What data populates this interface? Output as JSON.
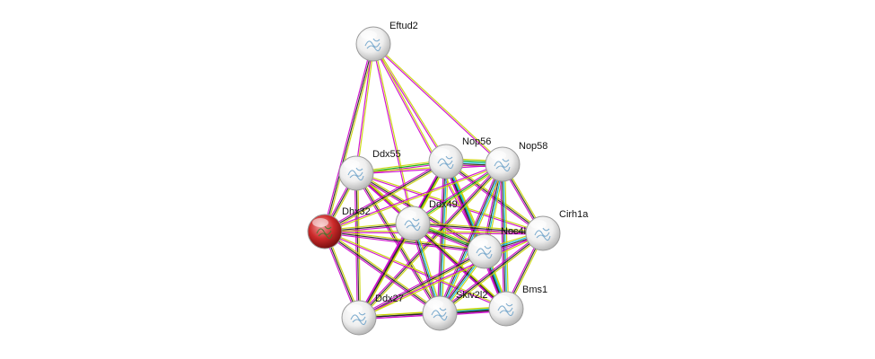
{
  "network": {
    "nodes": [
      {
        "id": "eftud2",
        "label": "Eftud2",
        "query": false
      },
      {
        "id": "ddx55",
        "label": "Ddx55",
        "query": false
      },
      {
        "id": "nop56",
        "label": "Nop56",
        "query": false
      },
      {
        "id": "nop58",
        "label": "Nop58",
        "query": false
      },
      {
        "id": "dhx32",
        "label": "Dhx32",
        "query": true
      },
      {
        "id": "ddx49",
        "label": "Ddx49",
        "query": false
      },
      {
        "id": "cirh1a",
        "label": "Cirh1a",
        "query": false
      },
      {
        "id": "noc4l",
        "label": "Noc4l",
        "query": false
      },
      {
        "id": "ddx27",
        "label": "Ddx27",
        "query": false
      },
      {
        "id": "skiv2l2",
        "label": "Skiv2l2",
        "query": false
      },
      {
        "id": "bms1",
        "label": "Bms1",
        "query": false
      }
    ],
    "edges": [
      {
        "source": "eftud2",
        "target": "dhx32",
        "evidence": [
          "#c8d400",
          "#222222",
          "#cc00cc"
        ]
      },
      {
        "source": "eftud2",
        "target": "ddx55",
        "evidence": [
          "#c8d400",
          "#cc00cc"
        ]
      },
      {
        "source": "eftud2",
        "target": "ddx49",
        "evidence": [
          "#c8d400",
          "#cc00cc"
        ]
      },
      {
        "source": "eftud2",
        "target": "nop56",
        "evidence": [
          "#c8d400",
          "#cc00cc"
        ]
      },
      {
        "source": "eftud2",
        "target": "nop58",
        "evidence": [
          "#c8d400",
          "#cc00cc"
        ]
      },
      {
        "source": "eftud2",
        "target": "noc4l",
        "evidence": [
          "#c8d400",
          "#cc00cc"
        ]
      },
      {
        "source": "ddx55",
        "target": "dhx32",
        "evidence": [
          "#c8d400",
          "#222222",
          "#cc00cc"
        ]
      },
      {
        "source": "ddx55",
        "target": "nop56",
        "evidence": [
          "#c8d400",
          "#00aa00",
          "#cc00cc"
        ]
      },
      {
        "source": "ddx55",
        "target": "ddx49",
        "evidence": [
          "#c8d400",
          "#222222",
          "#cc00cc"
        ]
      },
      {
        "source": "ddx55",
        "target": "noc4l",
        "evidence": [
          "#c8d400",
          "#222222",
          "#cc00cc"
        ]
      },
      {
        "source": "ddx55",
        "target": "ddx27",
        "evidence": [
          "#c8d400",
          "#222222",
          "#cc00cc"
        ]
      },
      {
        "source": "ddx55",
        "target": "skiv2l2",
        "evidence": [
          "#c8d400",
          "#222222",
          "#cc00cc"
        ]
      },
      {
        "source": "ddx55",
        "target": "bms1",
        "evidence": [
          "#c8d400",
          "#cc00cc"
        ]
      },
      {
        "source": "ddx55",
        "target": "cirh1a",
        "evidence": [
          "#c8d400",
          "#cc00cc"
        ]
      },
      {
        "source": "ddx55",
        "target": "nop58",
        "evidence": [
          "#c8d400",
          "#cc00cc"
        ]
      },
      {
        "source": "nop56",
        "target": "nop58",
        "evidence": [
          "#c8d400",
          "#00aa00",
          "#00bcd4",
          "#222222",
          "#cc00cc"
        ]
      },
      {
        "source": "nop56",
        "target": "ddx49",
        "evidence": [
          "#c8d400",
          "#00aa00",
          "#cc00cc"
        ]
      },
      {
        "source": "nop56",
        "target": "noc4l",
        "evidence": [
          "#c8d400",
          "#00bcd4",
          "#222222",
          "#cc00cc"
        ]
      },
      {
        "source": "nop56",
        "target": "cirh1a",
        "evidence": [
          "#c8d400",
          "#222222",
          "#cc00cc"
        ]
      },
      {
        "source": "nop56",
        "target": "dhx32",
        "evidence": [
          "#c8d400",
          "#222222",
          "#cc00cc"
        ]
      },
      {
        "source": "nop56",
        "target": "ddx27",
        "evidence": [
          "#c8d400",
          "#222222",
          "#cc00cc"
        ]
      },
      {
        "source": "nop56",
        "target": "skiv2l2",
        "evidence": [
          "#c8d400",
          "#00bcd4",
          "#222222",
          "#cc00cc"
        ]
      },
      {
        "source": "nop56",
        "target": "bms1",
        "evidence": [
          "#c8d400",
          "#00bcd4",
          "#222222",
          "#cc00cc"
        ]
      },
      {
        "source": "nop58",
        "target": "ddx49",
        "evidence": [
          "#c8d400",
          "#00aa00",
          "#cc00cc"
        ]
      },
      {
        "source": "nop58",
        "target": "noc4l",
        "evidence": [
          "#c8d400",
          "#00bcd4",
          "#222222",
          "#cc00cc"
        ]
      },
      {
        "source": "nop58",
        "target": "cirh1a",
        "evidence": [
          "#c8d400",
          "#222222",
          "#cc00cc"
        ]
      },
      {
        "source": "nop58",
        "target": "ddx27",
        "evidence": [
          "#c8d400",
          "#222222",
          "#cc00cc"
        ]
      },
      {
        "source": "nop58",
        "target": "skiv2l2",
        "evidence": [
          "#c8d400",
          "#00bcd4",
          "#222222",
          "#cc00cc"
        ]
      },
      {
        "source": "nop58",
        "target": "bms1",
        "evidence": [
          "#c8d400",
          "#00bcd4",
          "#222222",
          "#cc00cc"
        ]
      },
      {
        "source": "nop58",
        "target": "dhx32",
        "evidence": [
          "#c8d400",
          "#cc00cc"
        ]
      },
      {
        "source": "dhx32",
        "target": "ddx49",
        "evidence": [
          "#c8d400",
          "#222222",
          "#cc00cc"
        ]
      },
      {
        "source": "dhx32",
        "target": "noc4l",
        "evidence": [
          "#c8d400",
          "#222222",
          "#cc00cc"
        ]
      },
      {
        "source": "dhx32",
        "target": "cirh1a",
        "evidence": [
          "#c8d400",
          "#cc00cc"
        ]
      },
      {
        "source": "dhx32",
        "target": "ddx27",
        "evidence": [
          "#c8d400",
          "#222222",
          "#cc00cc"
        ]
      },
      {
        "source": "dhx32",
        "target": "skiv2l2",
        "evidence": [
          "#c8d400",
          "#222222",
          "#cc00cc"
        ]
      },
      {
        "source": "dhx32",
        "target": "bms1",
        "evidence": [
          "#c8d400",
          "#cc00cc"
        ]
      },
      {
        "source": "ddx49",
        "target": "noc4l",
        "evidence": [
          "#c8d400",
          "#00aa00",
          "#222222",
          "#cc00cc"
        ]
      },
      {
        "source": "ddx49",
        "target": "cirh1a",
        "evidence": [
          "#c8d400",
          "#222222",
          "#cc00cc"
        ]
      },
      {
        "source": "ddx49",
        "target": "ddx27",
        "evidence": [
          "#c8d400",
          "#222222",
          "#cc00cc"
        ]
      },
      {
        "source": "ddx49",
        "target": "skiv2l2",
        "evidence": [
          "#c8d400",
          "#00bcd4",
          "#222222",
          "#cc00cc"
        ]
      },
      {
        "source": "ddx49",
        "target": "bms1",
        "evidence": [
          "#c8d400",
          "#222222",
          "#cc00cc"
        ]
      },
      {
        "source": "noc4l",
        "target": "cirh1a",
        "evidence": [
          "#c8d400",
          "#00bcd4",
          "#222222",
          "#cc00cc"
        ]
      },
      {
        "source": "noc4l",
        "target": "ddx27",
        "evidence": [
          "#c8d400",
          "#222222",
          "#cc00cc"
        ]
      },
      {
        "source": "noc4l",
        "target": "skiv2l2",
        "evidence": [
          "#c8d400",
          "#00bcd4",
          "#222222",
          "#cc00cc"
        ]
      },
      {
        "source": "noc4l",
        "target": "bms1",
        "evidence": [
          "#c8d400",
          "#00bcd4",
          "#222222",
          "#cc00cc"
        ]
      },
      {
        "source": "cirh1a",
        "target": "skiv2l2",
        "evidence": [
          "#c8d400",
          "#222222",
          "#cc00cc"
        ]
      },
      {
        "source": "cirh1a",
        "target": "bms1",
        "evidence": [
          "#c8d400",
          "#222222",
          "#cc00cc"
        ]
      },
      {
        "source": "cirh1a",
        "target": "ddx27",
        "evidence": [
          "#c8d400",
          "#cc00cc"
        ]
      },
      {
        "source": "ddx27",
        "target": "skiv2l2",
        "evidence": [
          "#c8d400",
          "#222222",
          "#cc00cc"
        ]
      },
      {
        "source": "ddx27",
        "target": "bms1",
        "evidence": [
          "#c8d400",
          "#222222",
          "#cc00cc"
        ]
      },
      {
        "source": "skiv2l2",
        "target": "bms1",
        "evidence": [
          "#c8d400",
          "#00bcd4",
          "#222222",
          "#cc00cc"
        ]
      }
    ],
    "colors": {
      "query_node": "#cc2a2a",
      "default_node": "#f2f2f2",
      "textmining": "#c8d400",
      "coexpression": "#222222",
      "experiments": "#cc00cc",
      "databases": "#00bcd4",
      "neighborhood": "#00aa00"
    }
  }
}
